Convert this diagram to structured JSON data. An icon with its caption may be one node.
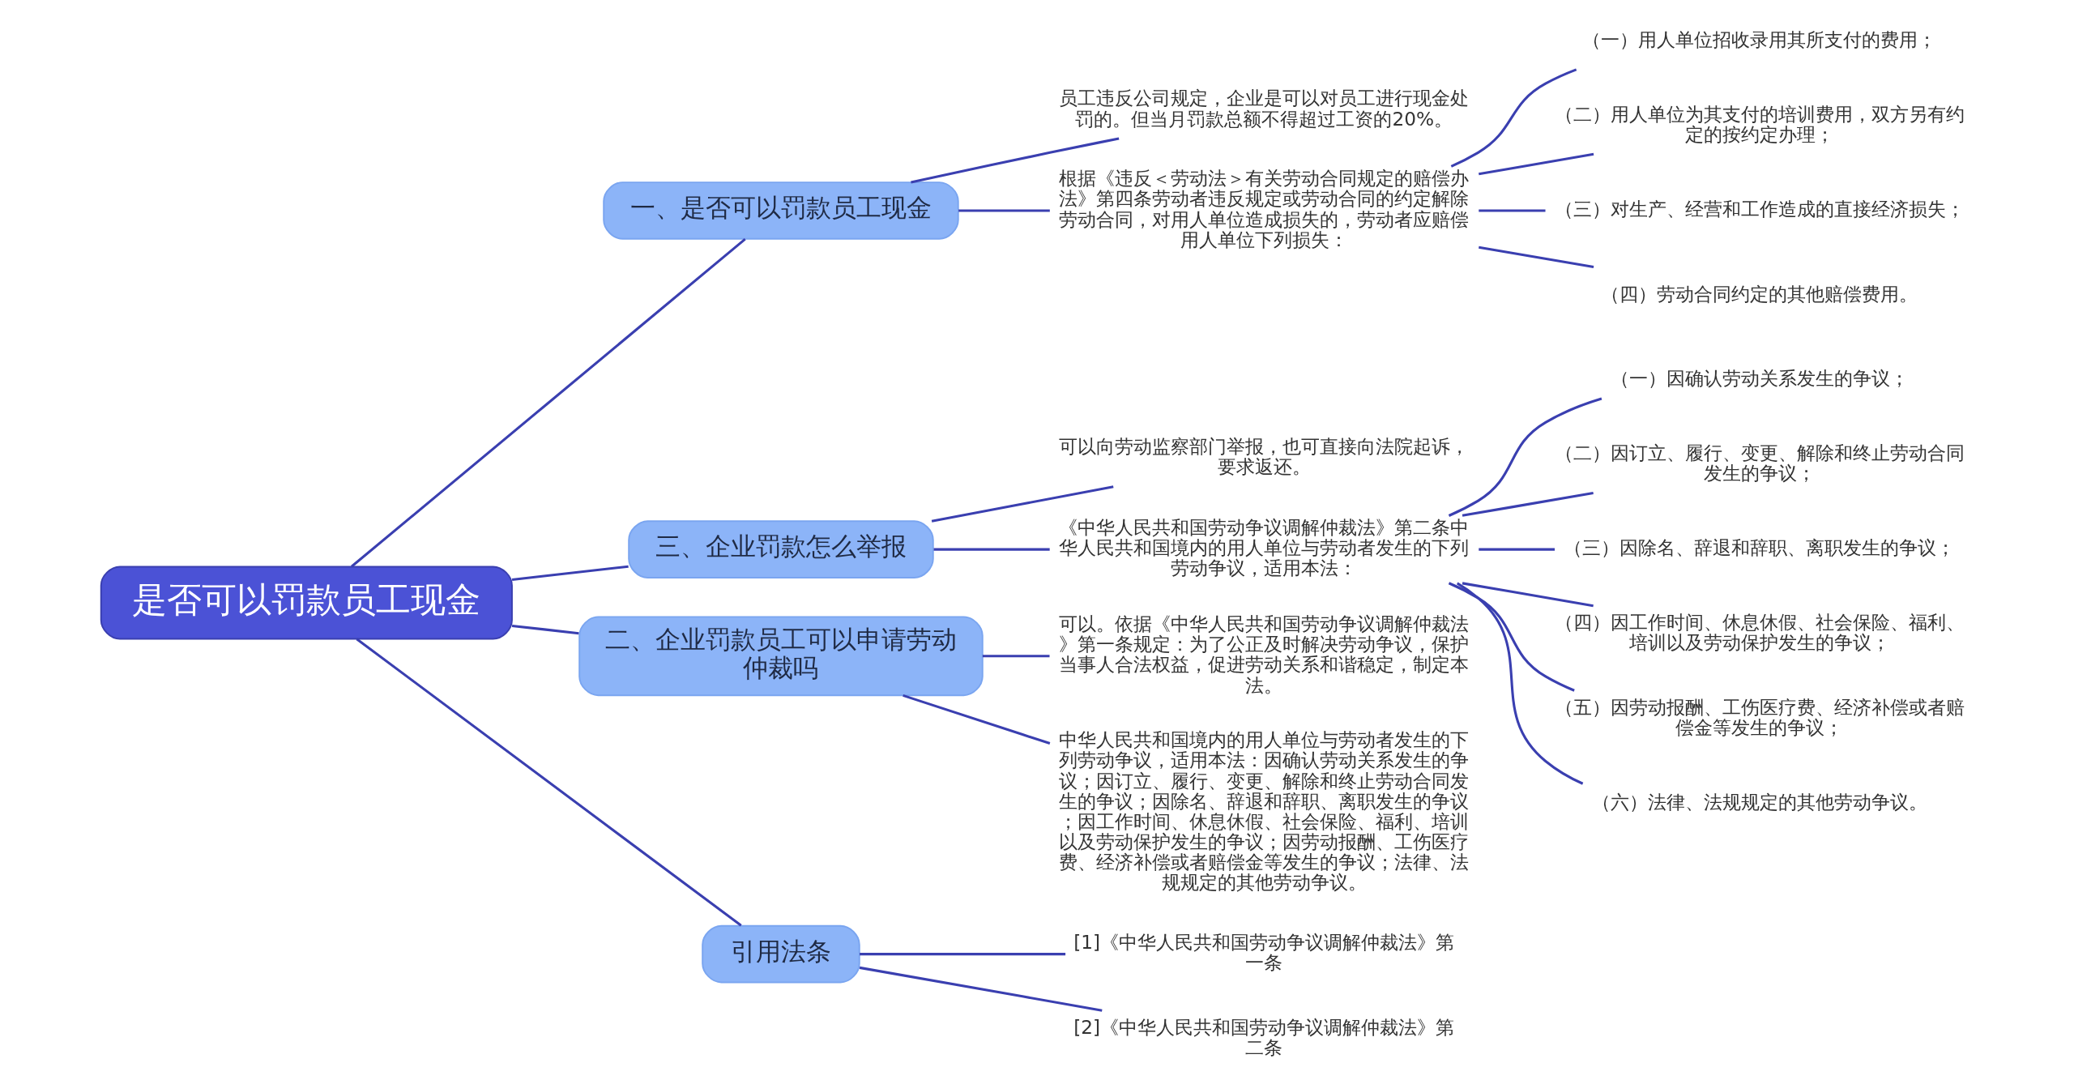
{
  "diagram": {
    "nodes": [
      {
        "text": [
          "是否可以罚款员工现金"
        ]
      },
      {
        "text": [
          "一、是否可以罚款员工现金"
        ]
      },
      {
        "text": [
          "员工违反公司规定，企业是可以对员工进行现金处罚的。但当月罚款总额不得超过工资的20%。"
        ]
      },
      {
        "text": [
          "根据《违反＜劳动法＞有关劳动合同规定的赔偿办法》第四条劳动者违反规定或劳动合同的约定解除劳动合同，对用人单位造成损失的，劳动者应赔偿用人单位下列损失："
        ]
      },
      {
        "text": [
          "（一）用人单位招收录用其所支付的费用；"
        ]
      },
      {
        "text": [
          "（二）用人单位为其支付的培训费用，双方另有约定的按约定办理；"
        ]
      },
      {
        "text": [
          "（三）对生产、经营和工作造成的直接经济损失；"
        ]
      },
      {
        "text": [
          "（四）劳动合同约定的其他赔偿费用。"
        ]
      },
      {
        "text": [
          "三、企业罚款怎么举报"
        ]
      },
      {
        "text": [
          "可以向劳动监察部门举报，也可直接向法院起诉，要求返还。"
        ]
      },
      {
        "text": [
          "《中华人民共和国劳动争议调解仲裁法》第二条中华人民共和国境内的用人单位与劳动者发生的下列劳动争议，适用本法："
        ]
      },
      {
        "text": [
          "（一）因确认劳动关系发生的争议；"
        ]
      },
      {
        "text": [
          "（二）因订立、履行、变更、解除和终止劳动合同发生的争议；"
        ]
      },
      {
        "text": [
          "（三）因除名、辞退和辞职、离职发生的争议；"
        ]
      },
      {
        "text": [
          "（四）因工作时间、休息休假、社会保险、福利、培训以及劳动保护发生的争议；"
        ]
      },
      {
        "text": [
          "（五）因劳动报酬、工伤医疗费、经济补偿或者赔偿金等发生的争议；"
        ]
      },
      {
        "text": [
          "（六）法律、法规规定的其他劳动争议。"
        ]
      },
      {
        "text": [
          "二、企业罚款员工可以申请劳动仲裁吗"
        ]
      },
      {
        "text": [
          "可以。依据《中华人民共和国劳动争议调解仲裁法》第一条规定：为了公正及时解决劳动争议，保护当事人合法权益，促进劳动关系和谐稳定，制定本法。"
        ]
      },
      {
        "text": [
          "中华人民共和国境内的用人单位与劳动者发生的下列劳动争议，适用本法：因确认劳动关系发生的争议；因订立、履行、变更、解除和终止劳动合同发生的争议；因除名、辞退和辞职、离职发生的争议；因工作时间、休息休假、社会保险、福利、培训以及劳动保护发生的争议；因劳动报酬、工伤医疗费、经济补偿或者赔偿金等发生的争议；法律、法规规定的其他劳动争议。"
        ]
      },
      {
        "text": [
          "引用法条"
        ]
      },
      {
        "text": [
          "[1]《中华人民共和国劳动争议调解仲裁法》第一条"
        ]
      },
      {
        "text": [
          "[2]《中华人民共和国劳动争议调解仲裁法》第二条"
        ]
      }
    ],
    "edges": [
      {
        "from": 0,
        "to": 1,
        "arrow": "none"
      },
      {
        "from": 1,
        "to": 2,
        "arrow": "none"
      },
      {
        "from": 1,
        "to": 3,
        "arrow": "none"
      },
      {
        "from": 3,
        "to": 4,
        "arrow": "none"
      },
      {
        "from": 3,
        "to": 5,
        "arrow": "none"
      },
      {
        "from": 3,
        "to": 6,
        "arrow": "none"
      },
      {
        "from": 3,
        "to": 7,
        "arrow": "none"
      },
      {
        "from": 0,
        "to": 8,
        "arrow": "none"
      },
      {
        "from": 8,
        "to": 9,
        "arrow": "none"
      },
      {
        "from": 8,
        "to": 10,
        "arrow": "none"
      },
      {
        "from": 10,
        "to": 11,
        "arrow": "none"
      },
      {
        "from": 10,
        "to": 12,
        "arrow": "none"
      },
      {
        "from": 10,
        "to": 13,
        "arrow": "none"
      },
      {
        "from": 10,
        "to": 14,
        "arrow": "none"
      },
      {
        "from": 10,
        "to": 15,
        "arrow": "none"
      },
      {
        "from": 10,
        "to": 16,
        "arrow": "none"
      },
      {
        "from": 0,
        "to": 17,
        "arrow": "none"
      },
      {
        "from": 17,
        "to": 18,
        "arrow": "none"
      },
      {
        "from": 17,
        "to": 19,
        "arrow": "none"
      },
      {
        "from": 0,
        "to": 20,
        "arrow": "none"
      },
      {
        "from": 20,
        "to": 21,
        "arrow": "none"
      },
      {
        "from": 20,
        "to": 22,
        "arrow": "none"
      }
    ]
  }
}
